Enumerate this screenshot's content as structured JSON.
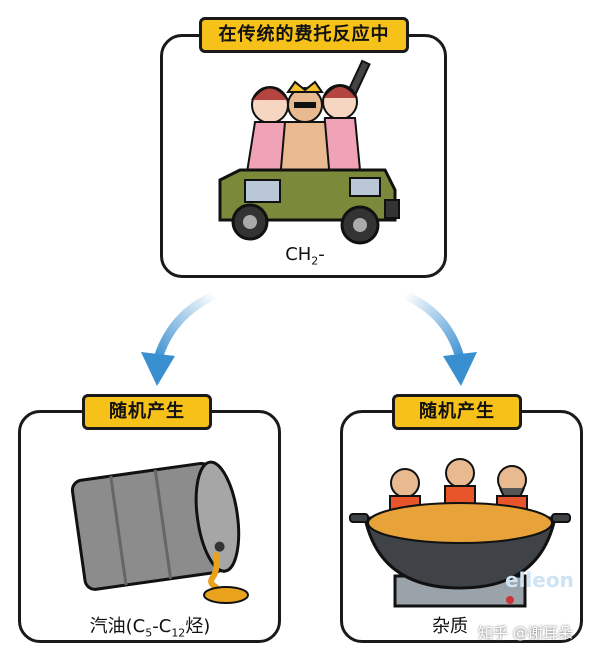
{
  "top": {
    "tag": "在传统的费托反应中",
    "caption_main": "CH",
    "caption_sub": "2",
    "caption_tail": "-"
  },
  "left": {
    "tag": "随机产生",
    "caption_a": "汽油(C",
    "caption_sub1": "5",
    "caption_b": "-C",
    "caption_sub2": "12",
    "caption_c": "烃)"
  },
  "right": {
    "tag": "随机产生",
    "caption": "杂质",
    "faint_text": "elleon"
  },
  "watermark": "知乎 @谢耳朵",
  "colors": {
    "tag_fill": "#f6c21a",
    "arrow": "#3a8fd0",
    "jeep": "#7b8a3a",
    "barrel": "#8c8c8c",
    "oil": "#e8a21b",
    "wok_soup": "#e7a23a"
  }
}
